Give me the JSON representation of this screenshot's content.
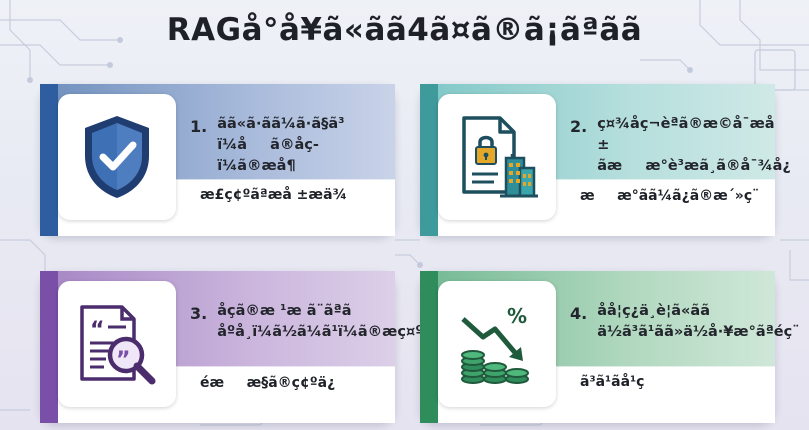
{
  "title": "RAGå°å¥ã«ãã4ã¤ã®ã¡ãªãã",
  "cards": [
    {
      "number": "1.",
      "heading": "ãã«ã·ãã¼ã·ã§ã³\nï¼åã®åç­ï¼ã®æå¶",
      "subtext": "æ­£ç¢ºãªæå ±æä¾",
      "icon": "shield-check-icon",
      "accent_color": "#2e5ea0"
    },
    {
      "number": "2.",
      "heading": "ç¤¾åç¬èªã®æ©å¯æå ±\nãææ°è³æã¸ã®å¯¾å¿",
      "subtext": "ææ°ãã¼ã¿ã®æ´»ç¨",
      "icon": "locked-document-building-icon",
      "accent_color": "#3f9a9c"
    },
    {
      "number": "3.",
      "heading": "åç­ã®æ ¹æ ã¨ãªã\nåºå¸ï¼ã½ã¼ã¹ï¼ã®æç¤º",
      "subtext": "éææ§ã®ç¢ºä¿",
      "icon": "document-quote-magnifier-icon",
      "accent_color": "#7a4fa8"
    },
    {
      "number": "4.",
      "heading": "åå­¦ç¿ä¸è¦ã«ãã\nä½ã³ã¹ãã»ä½å·¥æ°ãªéç¨",
      "subtext": "ã³ã¹ãå¹ç",
      "icon": "coins-down-arrow-percent-icon",
      "accent_color": "#2f8c5b"
    }
  ]
}
